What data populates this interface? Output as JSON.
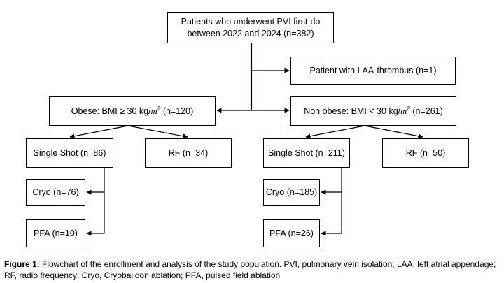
{
  "nodes": {
    "root_line1": "Patients who underwent PVI first-do",
    "root_line2": "between 2022 and 2024 (n=382)",
    "excluded": "Patient with LAA-thrombus (n=1)",
    "obese_prefix": "Obese: BMI ≥ 30 kg/",
    "obese_unit_base": "m",
    "obese_unit_exp": "2",
    "obese_suffix": " (n=120)",
    "nonobese_prefix": "Non obese: BMI < 30 kg/",
    "nonobese_unit_base": "m",
    "nonobese_unit_exp": "2",
    "nonobese_suffix": " (n=261)",
    "single_shot_obese": "Single Shot (n=86)",
    "rf_obese": "RF (n=34)",
    "single_shot_nonobese": "Single Shot (n=211)",
    "rf_nonobese": "RF (n=50)",
    "cryo_obese": "Cryo (n=76)",
    "pfa_obese": "PFA (n=10)",
    "cryo_nonobese": "Cryo (n=185)",
    "pfa_nonobese": "PFA (n=26)"
  },
  "caption": {
    "label": "Figure 1:",
    "text": " Flowchart of the enrollment and analysis of the study population. PVI, pulmonary vein isolation; LAA, left atrial appendage; RF, radio frequency; Cryo, Cryoballoon ablation; PFA, pulsed field ablation"
  }
}
